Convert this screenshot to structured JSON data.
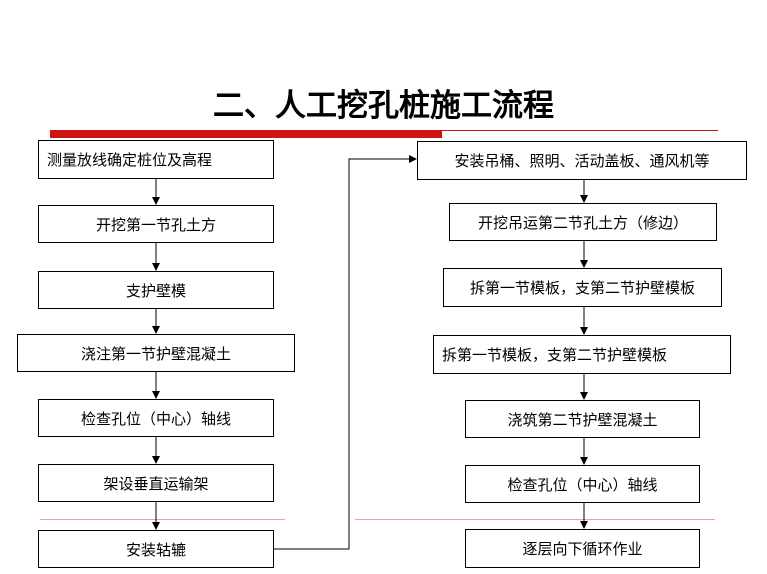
{
  "title": "二、人工挖孔桩施工流程",
  "left_steps": [
    "测量放线确定桩位及高程",
    "开挖第一节孔土方",
    "支护壁模",
    "浇注第一节护壁混凝土",
    "检查孔位（中心）轴线",
    "架设垂直运输架",
    "安装轱辘"
  ],
  "right_steps": [
    "安装吊桶、照明、活动盖板、通风机等",
    "开挖吊运第二节孔土方（修边）",
    "拆第一节模板，支第二节护壁模板",
    "拆第一节模板，支第二节护壁模板",
    "浇筑第二节护壁混凝土",
    "检查孔位（中心）轴线",
    "逐层向下循环作业"
  ],
  "colors": {
    "accent": "#d01414",
    "divider": "#f0a2a2",
    "line": "#000000"
  }
}
